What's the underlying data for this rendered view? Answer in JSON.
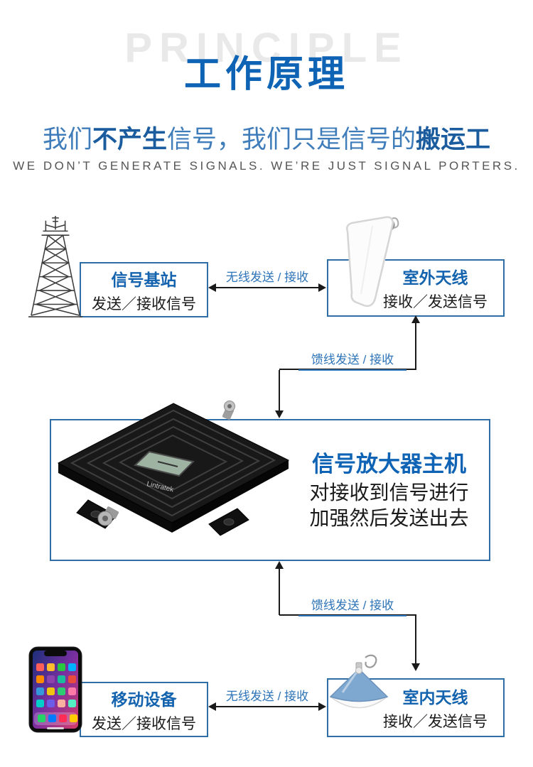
{
  "header": {
    "watermark": "PRINCIPLE",
    "title": "工作原理",
    "subtitle": [
      {
        "text": "我们",
        "bold": false
      },
      {
        "text": "不产生",
        "bold": true
      },
      {
        "text": "信号，",
        "bold": false
      },
      {
        "text": "我们只是信号的",
        "bold": false
      },
      {
        "text": "搬运工",
        "bold": true
      }
    ],
    "subtitle_en": "WE DON’T GENERATE SIGNALS. WE’RE JUST SIGNAL PORTERS."
  },
  "nodes": {
    "base_station": {
      "title": "信号基站",
      "desc": "发送／接收信号"
    },
    "outdoor_antenna": {
      "title": "室外天线",
      "desc": "接收／发送信号"
    },
    "amplifier": {
      "title": "信号放大器主机",
      "desc_line1": "对接收到信号进行",
      "desc_line2": "加强然后发送出去",
      "device_brand": "Lintratek"
    },
    "mobile_device": {
      "title": "移动设备",
      "desc": "发送／接收信号"
    },
    "indoor_antenna": {
      "title": "室内天线",
      "desc": "接收／发送信号"
    }
  },
  "links": {
    "wireless_top": {
      "label": "无线发送 / 接收"
    },
    "feeder_top": {
      "label": "馈线发送 / 接收"
    },
    "feeder_bottom": {
      "label": "馈线发送 / 接收"
    },
    "wireless_bottom": {
      "label": "无线发送 / 接收"
    }
  },
  "colors": {
    "accent_blue": "#0e63b4",
    "box_border": "#2e6da6",
    "link_blue": "#2e74b8",
    "arrow_black": "#1a1a1a",
    "watermark_gray": "#e9e9e9",
    "subtitle_blue": "#3e7cba",
    "text_dark": "#1a1a1a",
    "english_gray": "#555555"
  }
}
